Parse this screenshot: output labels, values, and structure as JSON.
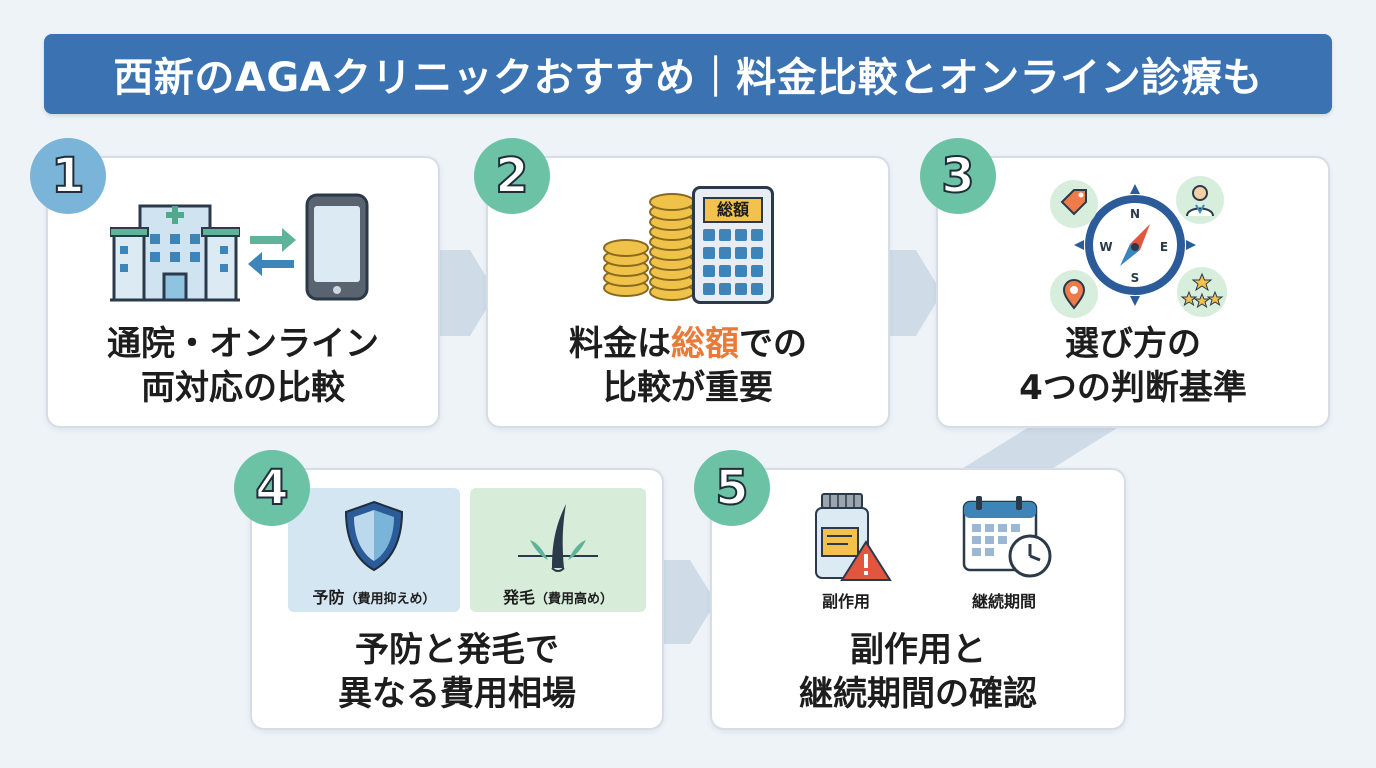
{
  "title": "西新のAGAクリニックおすすめ｜料金比較とオンライン診療も",
  "colors": {
    "title_bar": "#3a72b2",
    "badge_blue": "#7ab4d8",
    "badge_green": "#6cc2a4",
    "highlight_orange": "#e97b3a",
    "connector": "#c9d9e6"
  },
  "steps": [
    {
      "number": "1",
      "caption_line1": "通院・オンライン",
      "caption_line2": "両対応の比較",
      "icons": [
        "hospital-icon",
        "exchange-arrows-icon",
        "smartphone-icon"
      ]
    },
    {
      "number": "2",
      "caption_line1_a": "料金は",
      "caption_line1_highlight": "総額",
      "caption_line1_b": "での",
      "caption_line2": "比較が重要",
      "calculator_label": "総額",
      "icons": [
        "coin-stacks-icon",
        "calculator-icon"
      ]
    },
    {
      "number": "3",
      "caption_line1": "選び方の",
      "caption_line2": "4つの判断基準",
      "compass_labels": [
        "N",
        "W",
        "E",
        "S"
      ],
      "icons": [
        "compass-icon",
        "price-tag-icon",
        "doctor-icon",
        "location-pin-icon",
        "stars-icon"
      ]
    },
    {
      "number": "4",
      "caption_line1": "予防と発毛で",
      "caption_line2": "異なる費用相場",
      "prevention_label": "予防",
      "prevention_note": "（費用抑えめ）",
      "growth_label": "発毛",
      "growth_note": "（費用高め）",
      "icons": [
        "shield-icon",
        "hair-growth-icon"
      ]
    },
    {
      "number": "5",
      "caption_line1": "副作用と",
      "caption_line2": "継続期間の確認",
      "side_effect_label": "副作用",
      "duration_label": "継続期間",
      "icons": [
        "medicine-bottle-warning-icon",
        "calendar-clock-icon"
      ]
    }
  ]
}
